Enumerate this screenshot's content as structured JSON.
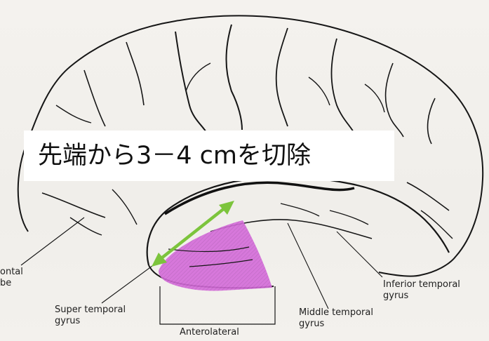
{
  "callout": {
    "text": "先端から3－4 cmを切除"
  },
  "labels": {
    "frontal_1": "ontal",
    "frontal_2": "be",
    "superior_1": "Super temporal",
    "superior_2": "gyrus",
    "middle_1": "Middle temporal",
    "middle_2": "gyrus",
    "inferior_1": "Inferior temporal",
    "inferior_2": "gyrus",
    "anterolateral": "Anterolateral"
  },
  "colors": {
    "resection_highlight": "#d46bd9",
    "measure_arrow": "#7cc43c",
    "line_art": "#161616"
  }
}
